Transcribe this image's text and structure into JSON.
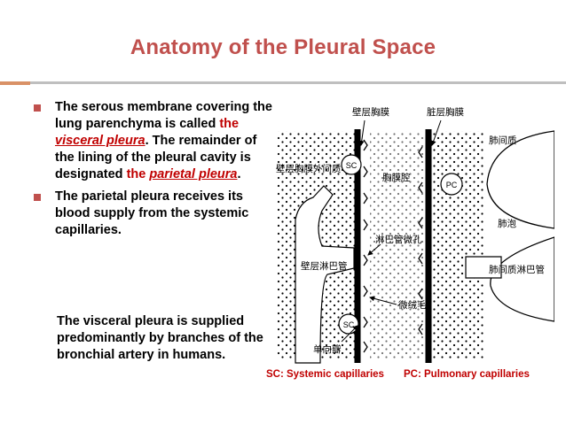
{
  "title": "Anatomy of the Pleural Space",
  "bullet1": {
    "pre": "The serous membrane covering the lung parenchyma is  called ",
    "highlight1": "the",
    "term1": "visceral pleura",
    "mid": ". The remainder of the lining of the pleural cavity is designated ",
    "highlight2": "the",
    "term2": "parietal pleura",
    "end": "."
  },
  "bullet2": "The parietal pleura receives its blood supply from the systemic capillaries.",
  "para3": "The visceral pleura is supplied     predominantly by branches of the bronchial artery in humans.",
  "diagram_labels": {
    "parietal_pleura": "壁层胸膜",
    "visceral_pleura": "脏层胸膜",
    "lung_interstitium": "肺间质",
    "extrapleural_interstitium": "壁层胸膜外间质",
    "pleural_cavity": "胸膜腔",
    "sc": "SC",
    "pc": "PC",
    "alveolus": "肺泡",
    "lymph_stoma": "淋巴管微孔",
    "parietal_lymphatic": "壁层淋巴管",
    "interstitial_lymphatic": "肺间质淋巴管",
    "microvilli": "微绒毛",
    "one_way_valve": "单向瓣"
  },
  "captions": {
    "sc": "SC: Systemic capillaries",
    "pc": "PC: Pulmonary capillaries"
  },
  "colors": {
    "title": "#c0504d",
    "accent_red": "#c00000",
    "bullet": "#c0504d"
  }
}
